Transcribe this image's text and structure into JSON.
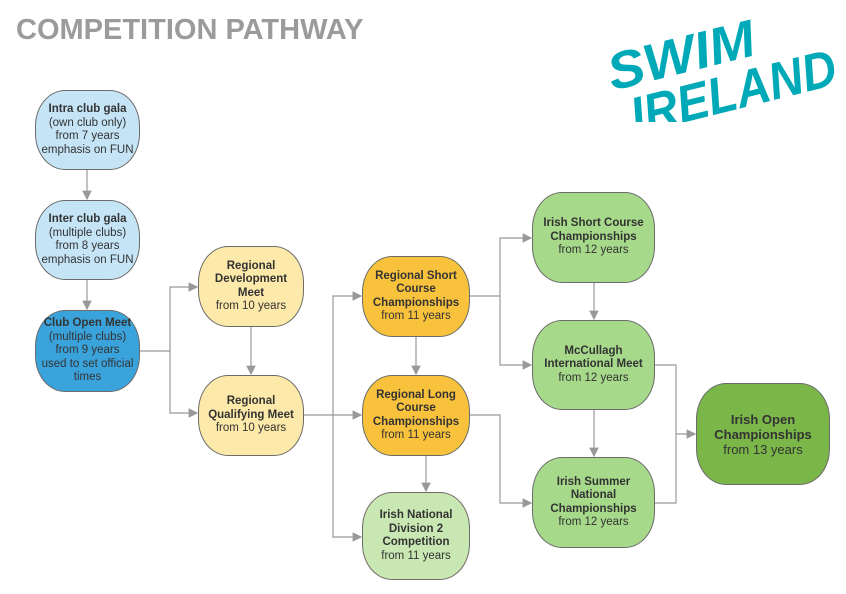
{
  "title": "COMPETITION PATHWAY",
  "logo": {
    "line1": "SWIM",
    "line2": "IRELAND",
    "color": "#00a9b7"
  },
  "nodes": [
    {
      "id": "intra",
      "title": "Intra club gala",
      "lines": [
        "(own club only)",
        "from 7 years",
        "emphasis on FUN"
      ],
      "color": "#c5e5f7"
    },
    {
      "id": "inter",
      "title": "Inter club gala",
      "lines": [
        "(multiple clubs)",
        "from 8 years",
        "emphasis on FUN"
      ],
      "color": "#c5e5f7"
    },
    {
      "id": "open",
      "title": "Club Open Meet",
      "lines": [
        "(multiple clubs)",
        "from 9 years",
        "used to set official",
        "times"
      ],
      "color": "#3ba3dc"
    },
    {
      "id": "regdev",
      "title": "Regional Development Meet",
      "lines": [
        "from 10 years"
      ],
      "color": "#fde9a9"
    },
    {
      "id": "regqual",
      "title": "Regional Qualifying Meet",
      "lines": [
        "from 10 years"
      ],
      "color": "#fde9a9"
    },
    {
      "id": "regshort",
      "title": "Regional Short Course Championships",
      "lines": [
        "from 11 years"
      ],
      "color": "#f9c23c"
    },
    {
      "id": "reglong",
      "title": "Regional Long Course Championships",
      "lines": [
        "from 11 years"
      ],
      "color": "#f9c23c"
    },
    {
      "id": "div2",
      "title": "Irish National Division 2 Competition",
      "lines": [
        "from 11 years"
      ],
      "color": "#c9e7b2"
    },
    {
      "id": "irshort",
      "title": "Irish Short Course Championships",
      "lines": [
        "from 12 years"
      ],
      "color": "#a6d98a"
    },
    {
      "id": "mccullagh",
      "title": "McCullagh International Meet",
      "lines": [
        "from 12 years"
      ],
      "color": "#a6d98a"
    },
    {
      "id": "summer",
      "title": "Irish Summer National Championships",
      "lines": [
        "from 12 years"
      ],
      "color": "#a6d98a"
    },
    {
      "id": "irishopen",
      "title": "Irish Open Championships",
      "lines": [
        "from 13 years"
      ],
      "color": "#7ab648"
    }
  ]
}
